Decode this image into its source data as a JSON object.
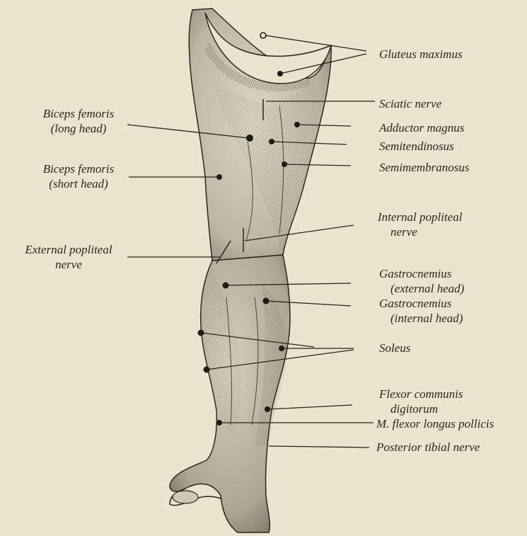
{
  "labels": {
    "gluteus_maximus": "Gluteus maximus",
    "sciatic_nerve": "Sciatic nerve",
    "adductor_magnus": "Adductor magnus",
    "semitendinosus": "Semitendinosus",
    "semimembranosus": "Semimembranosus",
    "biceps_long": {
      "line1": "Biceps femoris",
      "line2": "(long head)"
    },
    "biceps_short": {
      "line1": "Biceps femoris",
      "line2": "(short head)"
    },
    "internal_popliteal": {
      "line1": "Internal popliteal",
      "line2": "nerve"
    },
    "external_popliteal": {
      "line1": "External popliteal",
      "line2": "nerve"
    },
    "gastro_external": {
      "line1": "Gastrocnemius",
      "line2": "(external head)"
    },
    "gastro_internal": {
      "line1": "Gastrocnemius",
      "line2": "(internal head)"
    },
    "soleus": "Soleus",
    "flexor_communis": {
      "line1": "Flexor communis",
      "line2": "digitorum"
    },
    "flexor_longus": "M. flexor longus pollicis",
    "posterior_tibial": "Posterior tibial nerve"
  },
  "colors": {
    "paper": "#ece4cf",
    "ink": "#2a241c",
    "skin_light": "#d8d0bd",
    "skin_mid": "#b3ab98",
    "skin_dark": "#6f685c"
  }
}
